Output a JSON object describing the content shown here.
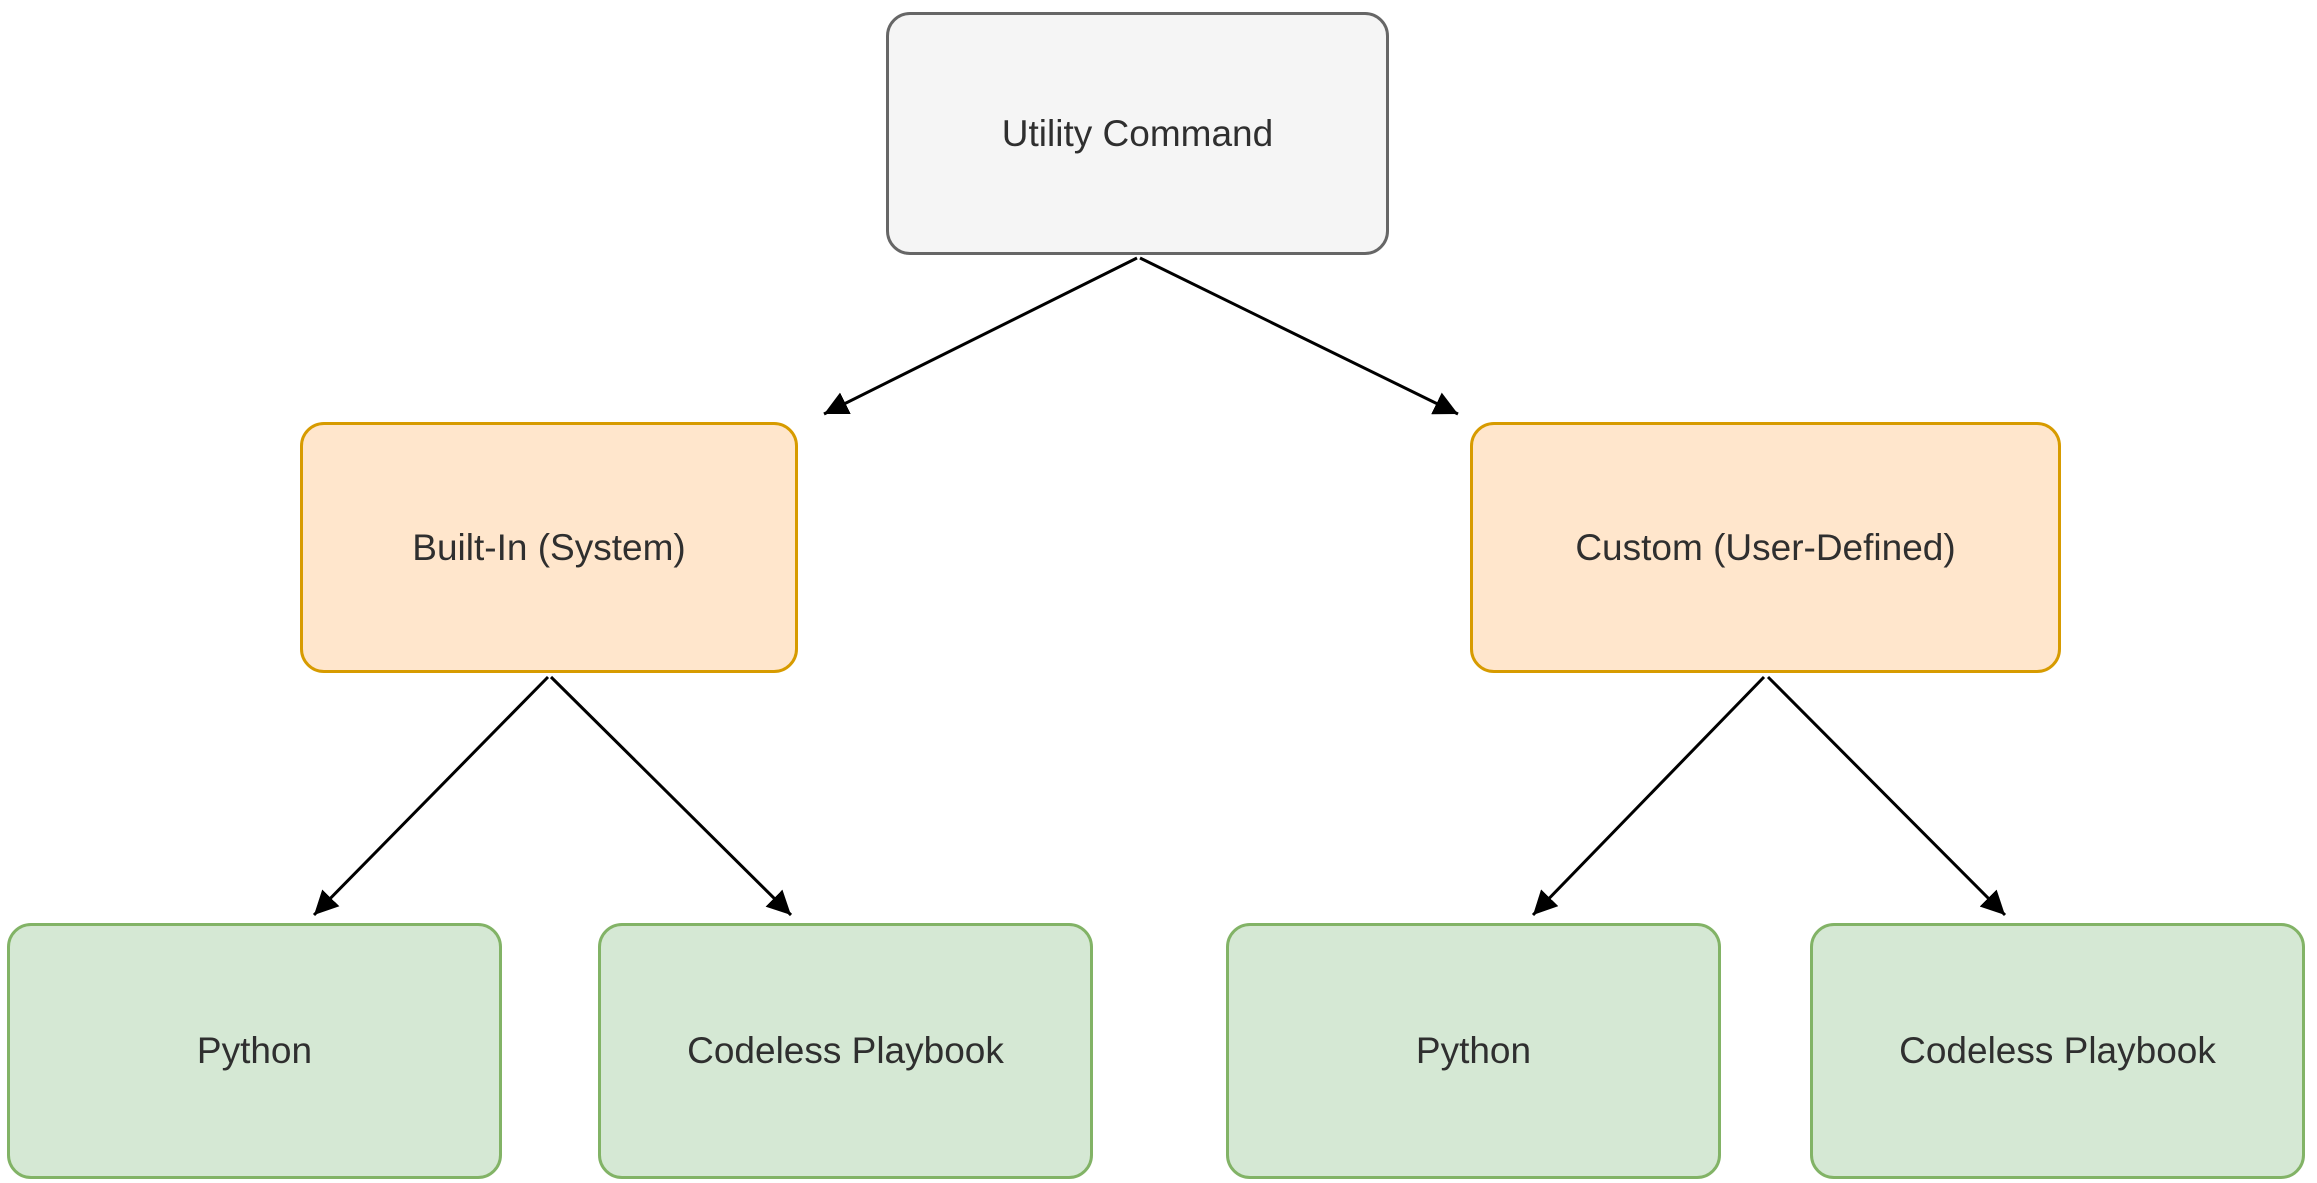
{
  "diagram": {
    "type": "tree-flowchart",
    "nodes": [
      {
        "id": "utility-command",
        "label": "Utility Command",
        "level": "root",
        "fill": "#f5f5f5",
        "border": "#666666"
      },
      {
        "id": "built-in-system",
        "label": "Built-In (System)",
        "level": "branch",
        "fill": "#ffe6cc",
        "border": "#d79b00"
      },
      {
        "id": "custom-user-defined",
        "label": "Custom (User-Defined)",
        "level": "branch",
        "fill": "#ffe6cc",
        "border": "#d79b00"
      },
      {
        "id": "built-in-python",
        "label": "Python",
        "level": "leaf",
        "fill": "#d5e8d4",
        "border": "#82b366"
      },
      {
        "id": "built-in-codeless-playbook",
        "label": "Codeless Playbook",
        "level": "leaf",
        "fill": "#d5e8d4",
        "border": "#82b366"
      },
      {
        "id": "custom-python",
        "label": "Python",
        "level": "leaf",
        "fill": "#d5e8d4",
        "border": "#82b366"
      },
      {
        "id": "custom-codeless-playbook",
        "label": "Codeless Playbook",
        "level": "leaf",
        "fill": "#d5e8d4",
        "border": "#82b366"
      }
    ],
    "edges": [
      {
        "from": "utility-command",
        "to": "built-in-system"
      },
      {
        "from": "utility-command",
        "to": "custom-user-defined"
      },
      {
        "from": "built-in-system",
        "to": "built-in-python"
      },
      {
        "from": "built-in-system",
        "to": "built-in-codeless-playbook"
      },
      {
        "from": "custom-user-defined",
        "to": "custom-python"
      },
      {
        "from": "custom-user-defined",
        "to": "custom-codeless-playbook"
      }
    ],
    "edge_style": {
      "color": "#000000",
      "arrowhead": "filled-triangle"
    }
  }
}
